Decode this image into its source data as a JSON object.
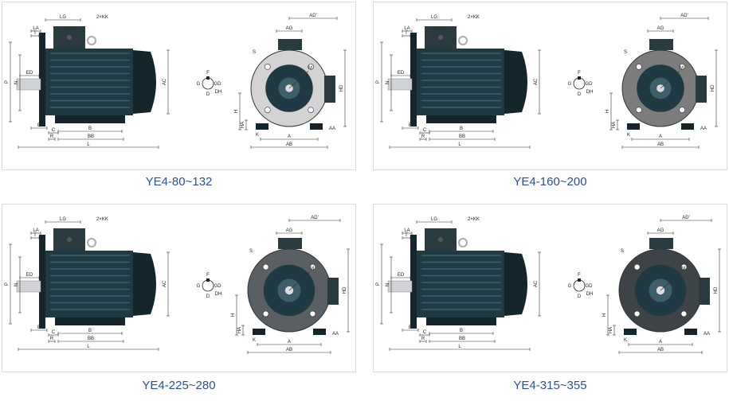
{
  "panels": [
    {
      "caption": "YE4-80~132",
      "frame_style": "small",
      "cover": "#d3d3d3"
    },
    {
      "caption": "YE4-160~200",
      "frame_style": "medium",
      "cover": "#7c7c7c"
    },
    {
      "caption": "YE4-225~280",
      "frame_style": "large",
      "cover": "#5a5f63"
    },
    {
      "caption": "YE4-315~355",
      "frame_style": "xlarge",
      "cover": "#3e4347"
    }
  ],
  "labels": {
    "LG": "LG",
    "KK": "2×KK",
    "LA": "LA",
    "T": "T",
    "ED": "ED",
    "N": "N",
    "P": "P",
    "E": "E",
    "C": "C",
    "R": "R",
    "B": "B",
    "BB": "BB",
    "L": "L",
    "AC": "AC",
    "AD": "AD'",
    "AG": "AG",
    "S": "S",
    "M": "M",
    "HD": "HD",
    "H": "H",
    "HA": "HA",
    "K": "K",
    "A": "A",
    "AB": "AB",
    "AA": "AA",
    "F": "F",
    "G": "G",
    "GD": "GD",
    "D": "D",
    "DH": "DH"
  },
  "colors": {
    "motor_body": "#1f3a43",
    "motor_dark": "#14262c",
    "motor_highlight": "#3c5f6a",
    "terminal_box": "#2a3b40",
    "shaft": "#cfd3d6",
    "dim_line": "#333333",
    "caption": "#2b4fa0"
  }
}
